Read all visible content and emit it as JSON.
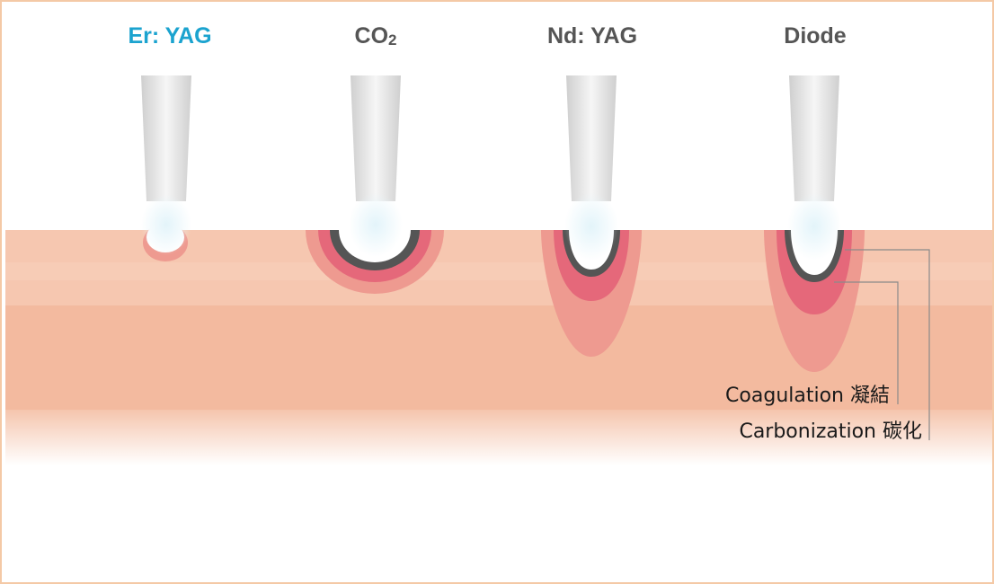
{
  "lasers": [
    {
      "id": "er",
      "label": "Er: YAG",
      "color": "#1ba3cf"
    },
    {
      "id": "co2",
      "label": "CO",
      "sub": "2",
      "color": "#555555"
    },
    {
      "id": "nd",
      "label": "Nd: YAG",
      "color": "#555555"
    },
    {
      "id": "diode",
      "label": "Diode",
      "color": "#555555"
    }
  ],
  "annotations": {
    "coagulation": "Coagulation 凝結",
    "carbonization": "Carbonization 碳化"
  },
  "colors": {
    "tissue_upper": "#f5c8b0",
    "tissue_lower": "#f2b89e",
    "coagulation_outer": "#ee9a90",
    "coagulation_inner": "#e5687a",
    "carbonization": "#555555",
    "fiber_tip_glow": "#dff1f7",
    "fiber": "#e4e4e4"
  }
}
